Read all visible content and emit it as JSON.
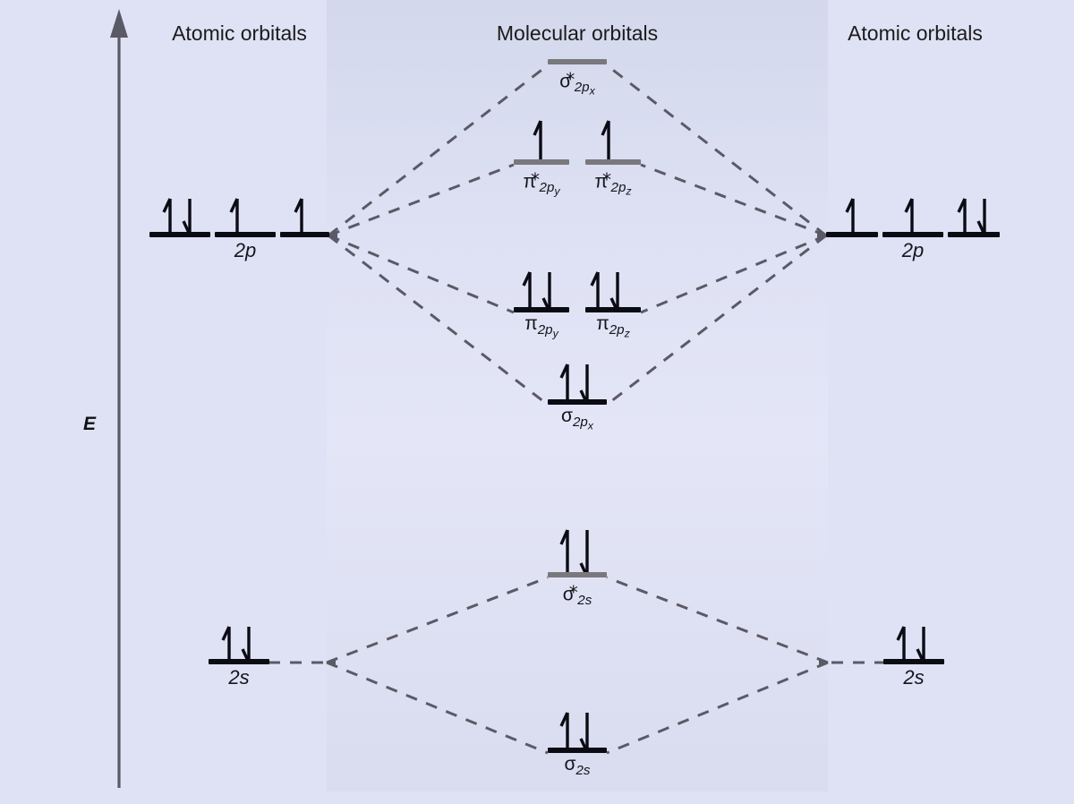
{
  "headings": {
    "left": "Atomic orbitals",
    "middle": "Molecular orbitals",
    "right": "Atomic orbitals",
    "energy_axis": "E"
  },
  "colors": {
    "background": "#dfe2f5",
    "panel": "#e0e3f4",
    "bonding_line": "#0b0b14",
    "antibonding_line": "#78787d",
    "correlation_line": "#5a5a66",
    "text": "#15151d"
  },
  "chart_data": {
    "type": "diagram",
    "title": "Molecular orbital energy-level diagram for O2",
    "ylabel": "E",
    "axis": {
      "direction": "up",
      "label": "E",
      "meaning": "increasing energy"
    },
    "levels": [
      {
        "id": "sigma-star-2px",
        "column": "molecular",
        "symbol": "σ",
        "star": true,
        "subscript": "2p",
        "sub_subscript": "x",
        "electrons": [],
        "electron_count": 0,
        "line_color": "antibonding",
        "energy_rank": 8
      },
      {
        "id": "pi-star-2py",
        "column": "molecular",
        "symbol": "π",
        "star": true,
        "subscript": "2p",
        "sub_subscript": "y",
        "electrons": [
          "up"
        ],
        "electron_count": 1,
        "line_color": "antibonding",
        "energy_rank": 7
      },
      {
        "id": "pi-star-2pz",
        "column": "molecular",
        "symbol": "π",
        "star": true,
        "subscript": "2p",
        "sub_subscript": "z",
        "electrons": [
          "up"
        ],
        "electron_count": 1,
        "line_color": "antibonding",
        "energy_rank": 7
      },
      {
        "id": "pi-2py",
        "column": "molecular",
        "symbol": "π",
        "star": false,
        "subscript": "2p",
        "sub_subscript": "y",
        "electrons": [
          "up",
          "down"
        ],
        "electron_count": 2,
        "line_color": "bonding",
        "energy_rank": 5
      },
      {
        "id": "pi-2pz",
        "column": "molecular",
        "symbol": "π",
        "star": false,
        "subscript": "2p",
        "sub_subscript": "z",
        "electrons": [
          "up",
          "down"
        ],
        "electron_count": 2,
        "line_color": "bonding",
        "energy_rank": 5
      },
      {
        "id": "sigma-2px",
        "column": "molecular",
        "symbol": "σ",
        "star": false,
        "subscript": "2p",
        "sub_subscript": "x",
        "electrons": [
          "up",
          "down"
        ],
        "electron_count": 2,
        "line_color": "bonding",
        "energy_rank": 4
      },
      {
        "id": "sigma-star-2s",
        "column": "molecular",
        "symbol": "σ",
        "star": true,
        "subscript": "2s",
        "sub_subscript": "",
        "electrons": [
          "up",
          "down"
        ],
        "electron_count": 2,
        "line_color": "antibonding",
        "energy_rank": 3
      },
      {
        "id": "sigma-2s",
        "column": "molecular",
        "symbol": "σ",
        "star": false,
        "subscript": "2s",
        "sub_subscript": "",
        "electrons": [
          "up",
          "down"
        ],
        "electron_count": 2,
        "line_color": "bonding",
        "energy_rank": 1
      },
      {
        "id": "left-2p",
        "column": "atomic-left",
        "label": "2p",
        "orbitals": [
          {
            "electrons": [
              "up",
              "down"
            ]
          },
          {
            "electrons": [
              "up"
            ]
          },
          {
            "electrons": [
              "up"
            ]
          }
        ],
        "line_color": "bonding",
        "energy_rank": 6
      },
      {
        "id": "right-2p",
        "column": "atomic-right",
        "label": "2p",
        "orbitals": [
          {
            "electrons": [
              "up"
            ]
          },
          {
            "electrons": [
              "up"
            ]
          },
          {
            "electrons": [
              "up",
              "down"
            ]
          }
        ],
        "line_color": "bonding",
        "energy_rank": 6
      },
      {
        "id": "left-2s",
        "column": "atomic-left",
        "label": "2s",
        "orbitals": [
          {
            "electrons": [
              "up",
              "down"
            ]
          }
        ],
        "line_color": "bonding",
        "energy_rank": 2
      },
      {
        "id": "right-2s",
        "column": "atomic-right",
        "label": "2s",
        "orbitals": [
          {
            "electrons": [
              "up",
              "down"
            ]
          }
        ],
        "line_color": "bonding",
        "energy_rank": 2
      }
    ],
    "labels": {
      "sigma_star_2px": "σ*2px",
      "pi_star_2py": "π*2py",
      "pi_star_2pz": "π*2pz",
      "pi_2py": "π2py",
      "pi_2pz": "π2pz",
      "sigma_2px": "σ2px",
      "sigma_star_2s": "σ*2s",
      "sigma_2s": "σ2s",
      "two_p": "2p",
      "two_s": "2s"
    }
  }
}
